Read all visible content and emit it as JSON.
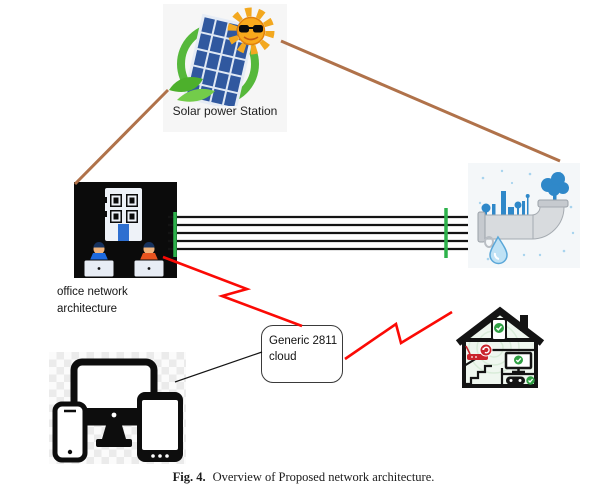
{
  "figure": {
    "caption_label": "Fig. 4.",
    "caption_text": "Overview of Proposed network architecture."
  },
  "nodes": {
    "solar": {
      "label": "Solar power Station"
    },
    "office": {
      "label": "office network architecture"
    },
    "cloud": {
      "label": "Generic 2811 cloud"
    }
  },
  "connections": [
    {
      "from": "solar-power-station",
      "to": "office-network",
      "style": "solid-line",
      "color_key": "brown"
    },
    {
      "from": "solar-power-station",
      "to": "water-station",
      "style": "solid-line",
      "color_key": "brown"
    },
    {
      "from": "office-network",
      "to": "water-station",
      "style": "parallel-bus-5-lines-with-green-end-ticks",
      "color_key": "black"
    },
    {
      "from": "office-network",
      "to": "generic-2811-cloud",
      "style": "zigzag-lightning",
      "color_key": "red"
    },
    {
      "from": "generic-2811-cloud",
      "to": "smart-home",
      "style": "zigzag-lightning",
      "color_key": "red"
    },
    {
      "from": "client-devices",
      "to": "generic-2811-cloud",
      "style": "thin-solid-line",
      "color_key": "black"
    }
  ],
  "colors": {
    "brown": "#b0724a",
    "red": "#fb0a05",
    "green": "#2db24b",
    "black": "#141414"
  }
}
